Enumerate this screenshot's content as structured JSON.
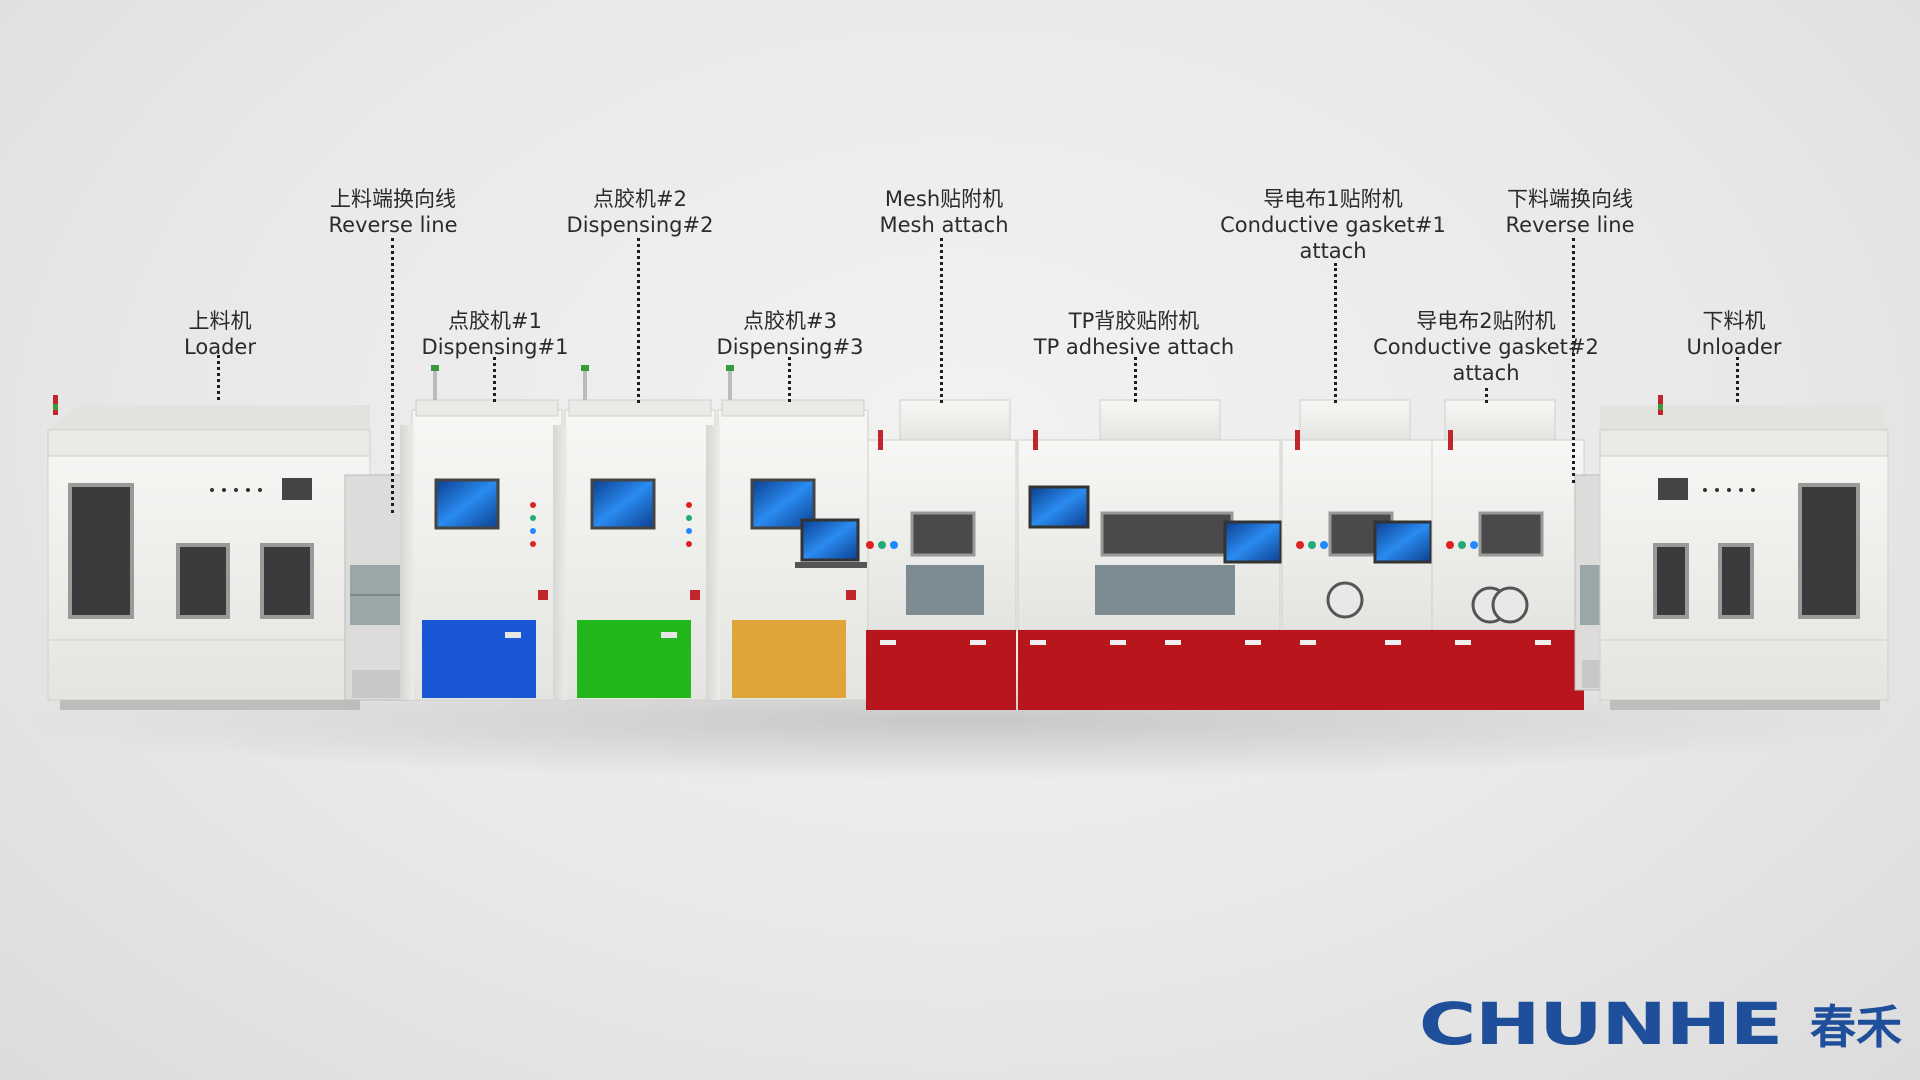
{
  "labels": [
    {
      "id": "loader",
      "cn": "上料机",
      "en": "Loader"
    },
    {
      "id": "reverse-in",
      "cn": "上料端换向线",
      "en": "Reverse line"
    },
    {
      "id": "disp1",
      "cn": "点胶机#1",
      "en": "Dispensing#1"
    },
    {
      "id": "disp2",
      "cn": "点胶机#2",
      "en": "Dispensing#2"
    },
    {
      "id": "disp3",
      "cn": "点胶机#3",
      "en": "Dispensing#3"
    },
    {
      "id": "mesh",
      "cn": "Mesh贴附机",
      "en": "Mesh attach"
    },
    {
      "id": "tp",
      "cn": "TP背胶贴附机",
      "en": "TP adhesive attach"
    },
    {
      "id": "gasket1",
      "cn": "导电布1贴附机",
      "en": "Conductive gasket#1",
      "en2": "attach"
    },
    {
      "id": "gasket2",
      "cn": "导电布2贴附机",
      "en": "Conductive gasket#2",
      "en2": "attach"
    },
    {
      "id": "reverse-out",
      "cn": "下料端换向线",
      "en": "Reverse line"
    },
    {
      "id": "unloader",
      "cn": "下料机",
      "en": "Unloader"
    }
  ],
  "brand": {
    "latin": "CHUNHE",
    "cjk": "春禾"
  },
  "colors": {
    "frame": "#efefed",
    "frame_edge": "#cfcfcc",
    "window": "#3b3b3d",
    "blue_panel": "#1a57d6",
    "green_panel": "#22b81c",
    "orange_panel": "#e0a53a",
    "red_base": "#b8161c",
    "brand": "#1f4e9a",
    "screen": "#1c6fd1"
  }
}
